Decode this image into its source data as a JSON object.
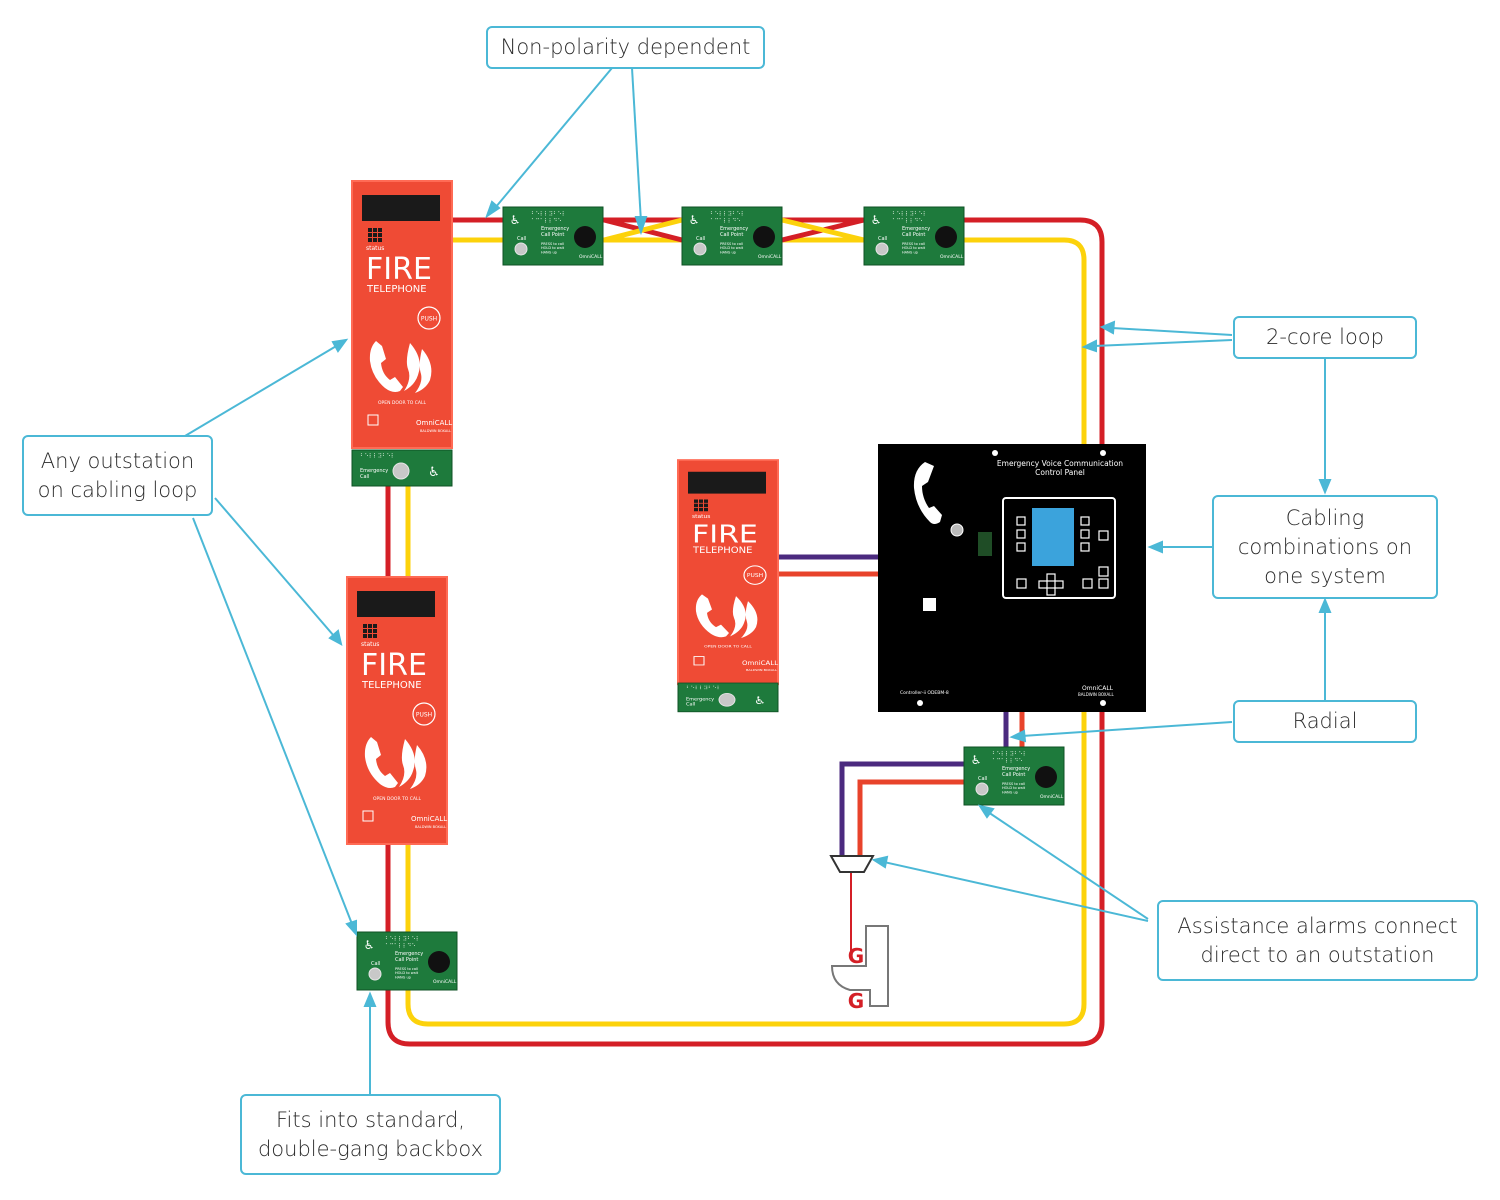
{
  "callouts": {
    "non_polarity": "Non-polarity dependent",
    "two_core_loop": "2-core loop",
    "any_outstation": "Any outstation\non cabling loop",
    "cabling_combinations": "Cabling\ncombinations on\none system",
    "radial": "Radial",
    "assistance_alarms": "Assistance alarms connect\ndirect to an outstation",
    "fits_backbox": "Fits into standard,\ndouble-gang backbox"
  },
  "fire_telephone": {
    "brand_small": "status",
    "title": "FIRE",
    "subtitle": "TELEPHONE",
    "push_label": "PUSH",
    "instruction": "OPEN DOOR TO CALL",
    "brand": "OmniCALL",
    "maker": "BALDWIN BOXALL",
    "strip_emergency_label": "Emergency\nCall"
  },
  "call_point": {
    "title": "Emergency\nCall Point",
    "call_label": "Call",
    "press_text": "PRESS to call\nHOLD to wait\nHANG up",
    "brand": "OmniCALL",
    "braille_1": "⠃⠑⠇⠇⠽⠃⠑⠇",
    "braille_2": "⠁⠉⠁⠇⠇⠙⠑"
  },
  "control_panel": {
    "title": "Emergency Voice Communication\nControl Panel",
    "model": "Controller-ii  ODEBM-8",
    "brand": "OmniCALL",
    "maker": "BALDWIN BOXALL"
  },
  "pull_cord": {
    "letter_top": "G",
    "letter_bottom": "G"
  },
  "colors": {
    "loop_red": "#d41f26",
    "loop_yellow": "#fcd20b",
    "radial_purple": "#4b2a7f",
    "radial_orange": "#e8432b",
    "callout_blue": "#4bb8d6",
    "fire_red": "#ef4b35",
    "callpoint_green": "#1e7a3c",
    "panel_black": "#000000",
    "display_blue": "#3ba3dc"
  }
}
